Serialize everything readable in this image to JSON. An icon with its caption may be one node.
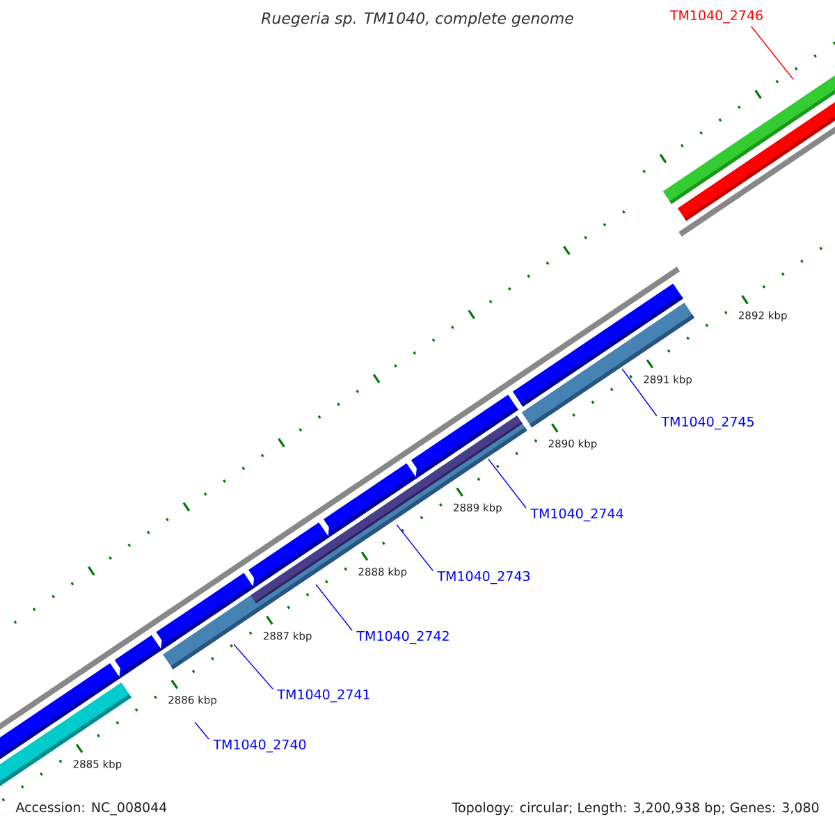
{
  "diagram": {
    "title": "Ruegeria sp. TM1040, complete genome",
    "nodes": [
      {
        "text": [
          "TM1040_2746"
        ]
      },
      {
        "text": [
          "TM1040_2745"
        ]
      },
      {
        "text": [
          "TM1040_2744"
        ]
      },
      {
        "text": [
          "TM1040_2743"
        ]
      },
      {
        "text": [
          "TM1040_2742"
        ]
      },
      {
        "text": [
          "TM1040_2741"
        ]
      },
      {
        "text": [
          "TM1040_2740"
        ]
      }
    ],
    "edges": [
      {
        "from": 0,
        "to": null,
        "arrow": "none",
        "color": "#ff0000"
      },
      {
        "from": 1,
        "to": null,
        "arrow": "none"
      },
      {
        "from": 2,
        "to": null,
        "arrow": "none"
      },
      {
        "from": 3,
        "to": null,
        "arrow": "none"
      },
      {
        "from": 4,
        "to": null,
        "arrow": "none"
      },
      {
        "from": 5,
        "to": null,
        "arrow": "none"
      },
      {
        "from": 6,
        "to": null,
        "arrow": "none"
      }
    ],
    "labels": [
      "2892 kbp",
      "2891 kbp",
      "2890 kbp",
      "2889 kbp",
      "2888 kbp",
      "2887 kbp",
      "2886 kbp",
      "2885 kbp",
      "Accession: NC_008044",
      "Topology: circular; Length: 3,200,938 bp; Genes: 3,080"
    ]
  }
}
